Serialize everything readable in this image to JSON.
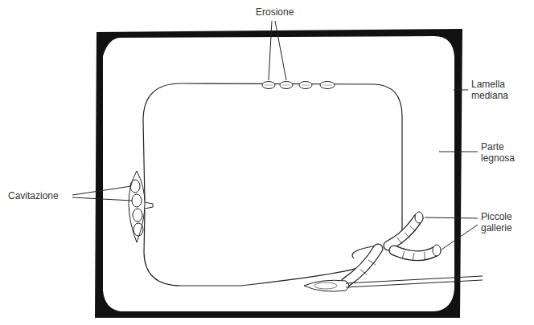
{
  "diagram": {
    "labels": [
      "Erosione",
      "Lamella mediana",
      "Parte legnosa",
      "Cavitazione",
      "Piccole gallerie"
    ]
  }
}
